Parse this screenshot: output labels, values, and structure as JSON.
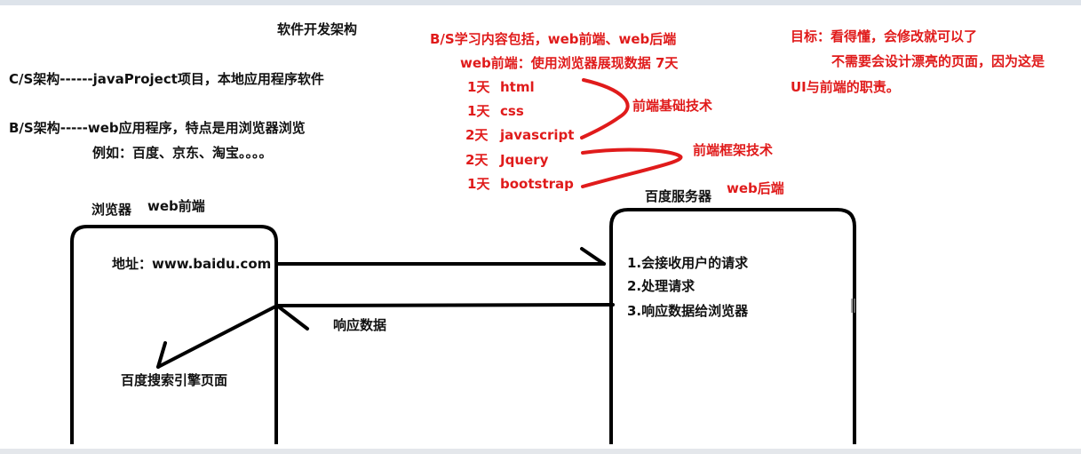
{
  "title": "软件开发架构",
  "architectures": {
    "cs": "C/S架构------javaProject项目，本地应用程序软件",
    "bs": "B/S架构-----web应用程序，特点是用浏览器浏览",
    "examples": "例如：百度、京东、淘宝。。。。"
  },
  "learning": {
    "heading": "B/S学习内容包括，web前端、web后端",
    "frontend_line": "web前端：使用浏览器展现数据   7天",
    "items": [
      {
        "days": "1天",
        "tech": "html"
      },
      {
        "days": "1天",
        "tech": "css"
      },
      {
        "days": "2天",
        "tech": "javascript"
      },
      {
        "days": "2天",
        "tech": "Jquery"
      },
      {
        "days": "1天",
        "tech": "bootstrap"
      }
    ],
    "basic_group": "前端基础技术",
    "framework_group": "前端框架技术"
  },
  "goal": {
    "line1": "目标：看得懂，会修改就可以了",
    "line2": "不需要会设计漂亮的页面，因为这是",
    "line3": "UI与前端的职责。"
  },
  "browser": {
    "title": "浏览器",
    "tag": "web前端",
    "address": "地址：www.baidu.com",
    "result": "百度搜索引擎页面"
  },
  "response_label": "响应数据",
  "server": {
    "title": "百度服务器",
    "tag": "web后端",
    "steps": [
      "1.会接收用户的请求",
      "2.处理请求",
      "3.响应数据给浏览器"
    ]
  },
  "colors": {
    "red_annotation": "#e01b1b",
    "text": "#111111"
  }
}
